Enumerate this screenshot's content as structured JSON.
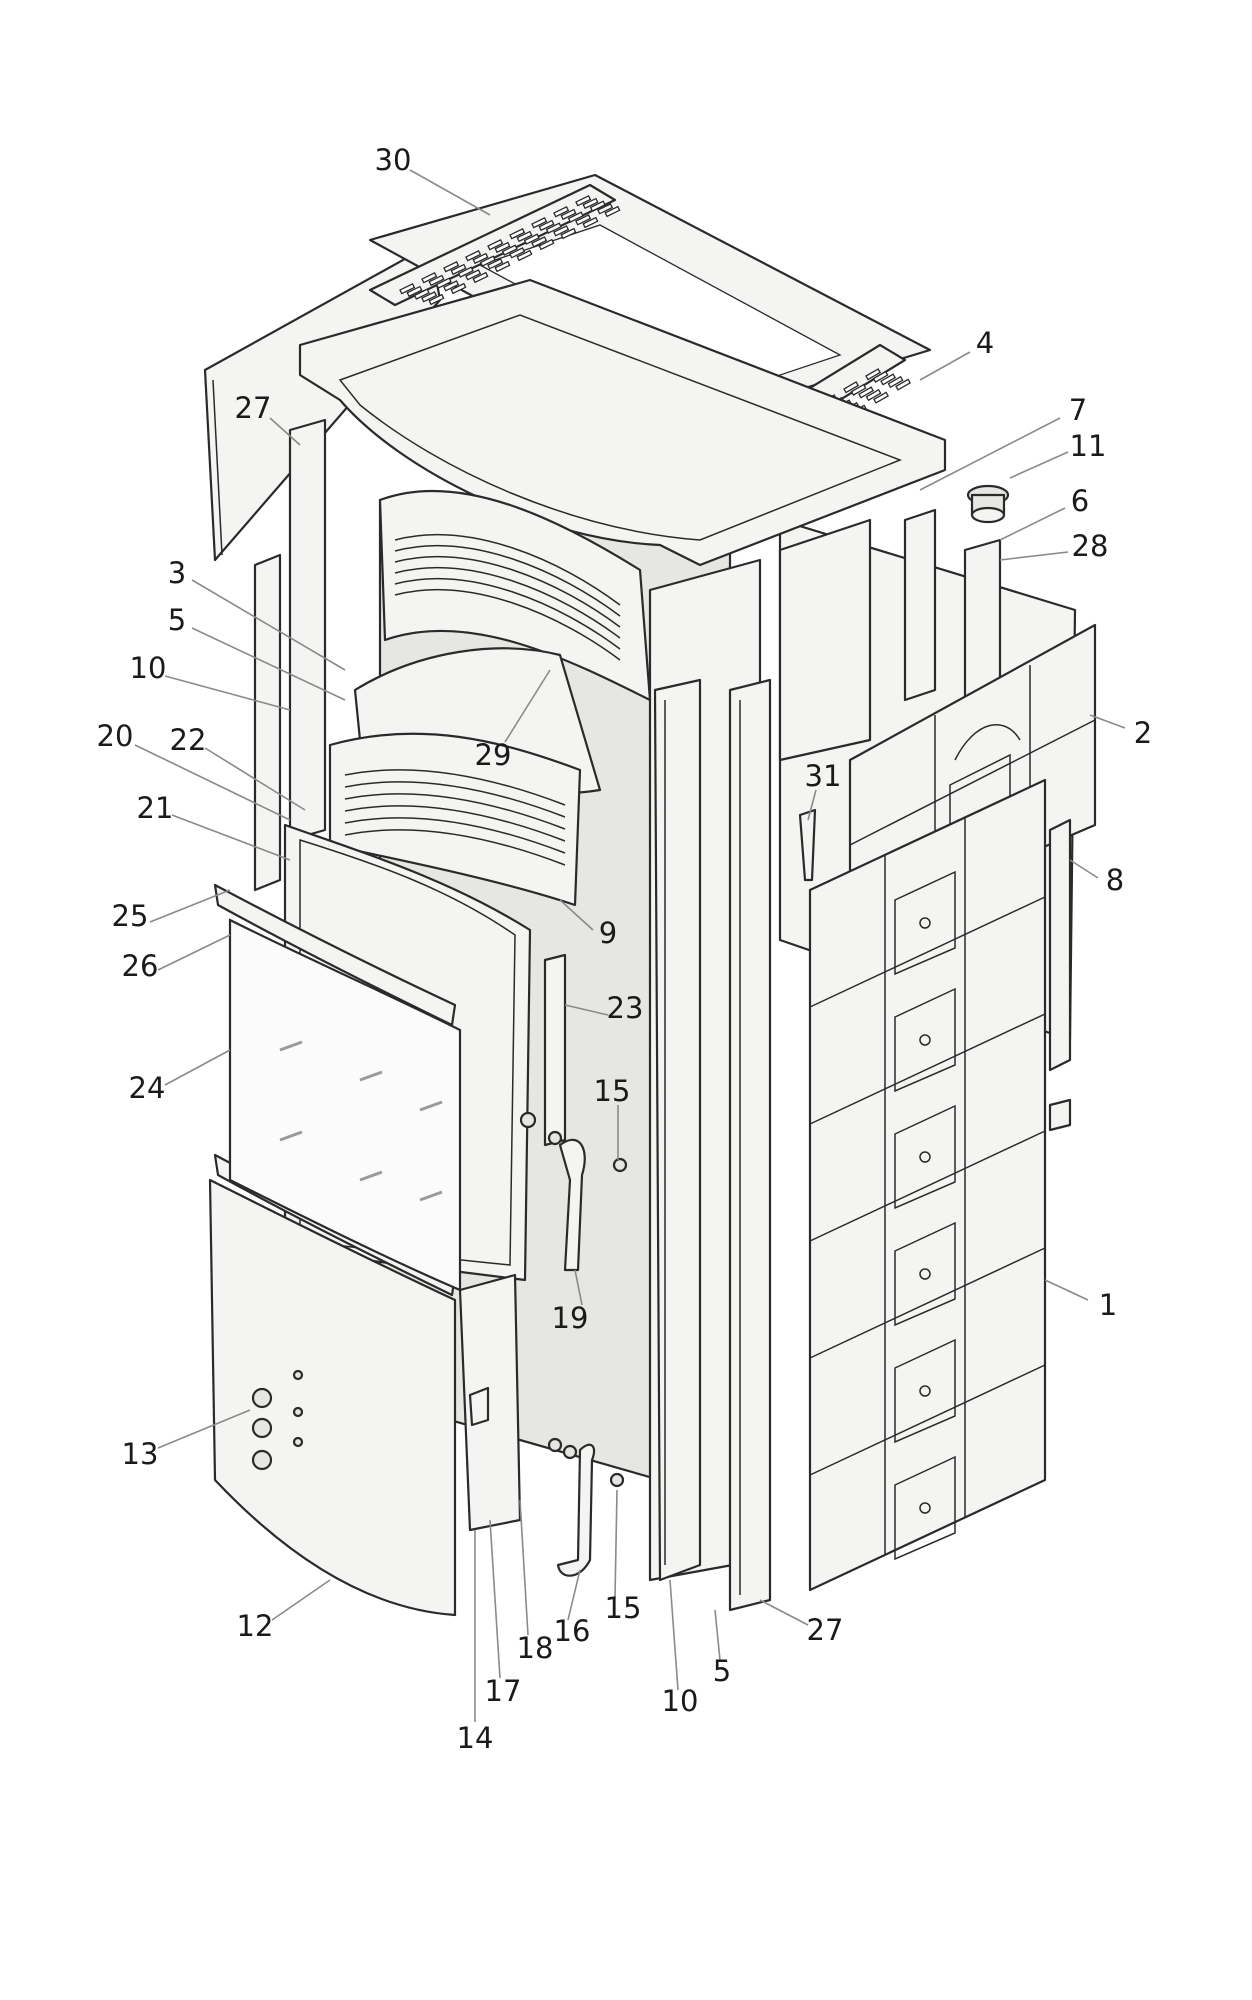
{
  "diagram": {
    "type": "exploded-parts-view",
    "callouts": [
      {
        "id": "c30",
        "text": "30"
      },
      {
        "id": "c4",
        "text": "4"
      },
      {
        "id": "c7",
        "text": "7"
      },
      {
        "id": "c11",
        "text": "11"
      },
      {
        "id": "c6",
        "text": "6"
      },
      {
        "id": "c28",
        "text": "28"
      },
      {
        "id": "c27a",
        "text": "27"
      },
      {
        "id": "c3",
        "text": "3"
      },
      {
        "id": "c5a",
        "text": "5"
      },
      {
        "id": "c10a",
        "text": "10"
      },
      {
        "id": "c20",
        "text": "20"
      },
      {
        "id": "c22",
        "text": "22"
      },
      {
        "id": "c21",
        "text": "21"
      },
      {
        "id": "c25",
        "text": "25"
      },
      {
        "id": "c26",
        "text": "26"
      },
      {
        "id": "c24",
        "text": "24"
      },
      {
        "id": "c29",
        "text": "29"
      },
      {
        "id": "c2",
        "text": "2"
      },
      {
        "id": "c31",
        "text": "31"
      },
      {
        "id": "c8",
        "text": "8"
      },
      {
        "id": "c9",
        "text": "9"
      },
      {
        "id": "c23",
        "text": "23"
      },
      {
        "id": "c15a",
        "text": "15"
      },
      {
        "id": "c19",
        "text": "19"
      },
      {
        "id": "c1",
        "text": "1"
      },
      {
        "id": "c13",
        "text": "13"
      },
      {
        "id": "c12",
        "text": "12"
      },
      {
        "id": "c18",
        "text": "18"
      },
      {
        "id": "c16",
        "text": "16"
      },
      {
        "id": "c15b",
        "text": "15"
      },
      {
        "id": "c27b",
        "text": "27"
      },
      {
        "id": "c17",
        "text": "17"
      },
      {
        "id": "c5b",
        "text": "5"
      },
      {
        "id": "c10b",
        "text": "10"
      },
      {
        "id": "c14",
        "text": "14"
      }
    ]
  }
}
